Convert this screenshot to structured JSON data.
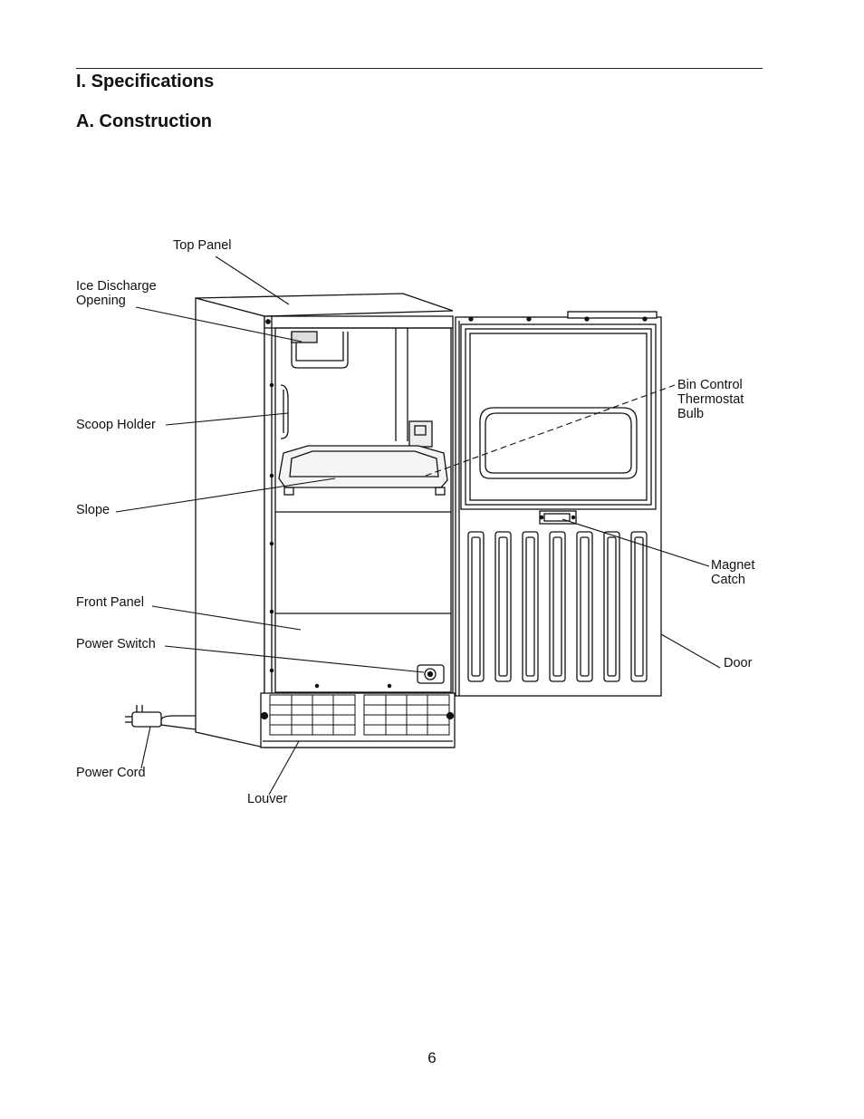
{
  "header": {
    "section_title": "I. Specifications",
    "subsection_title": "A. Construction"
  },
  "labels": {
    "top_panel": "Top Panel",
    "ice_discharge_line1": "Ice Discharge",
    "ice_discharge_line2": "Opening",
    "scoop_holder": "Scoop Holder",
    "slope": "Slope",
    "front_panel": "Front Panel",
    "power_switch": "Power Switch",
    "power_cord": "Power Cord",
    "louver": "Louver",
    "bin_control_line1": "Bin Control",
    "bin_control_line2": "Thermostat",
    "bin_control_line3": "Bulb",
    "magnet_catch_line1": "Magnet",
    "magnet_catch_line2": "Catch",
    "door": "Door"
  },
  "footer": {
    "page_number": "6"
  }
}
